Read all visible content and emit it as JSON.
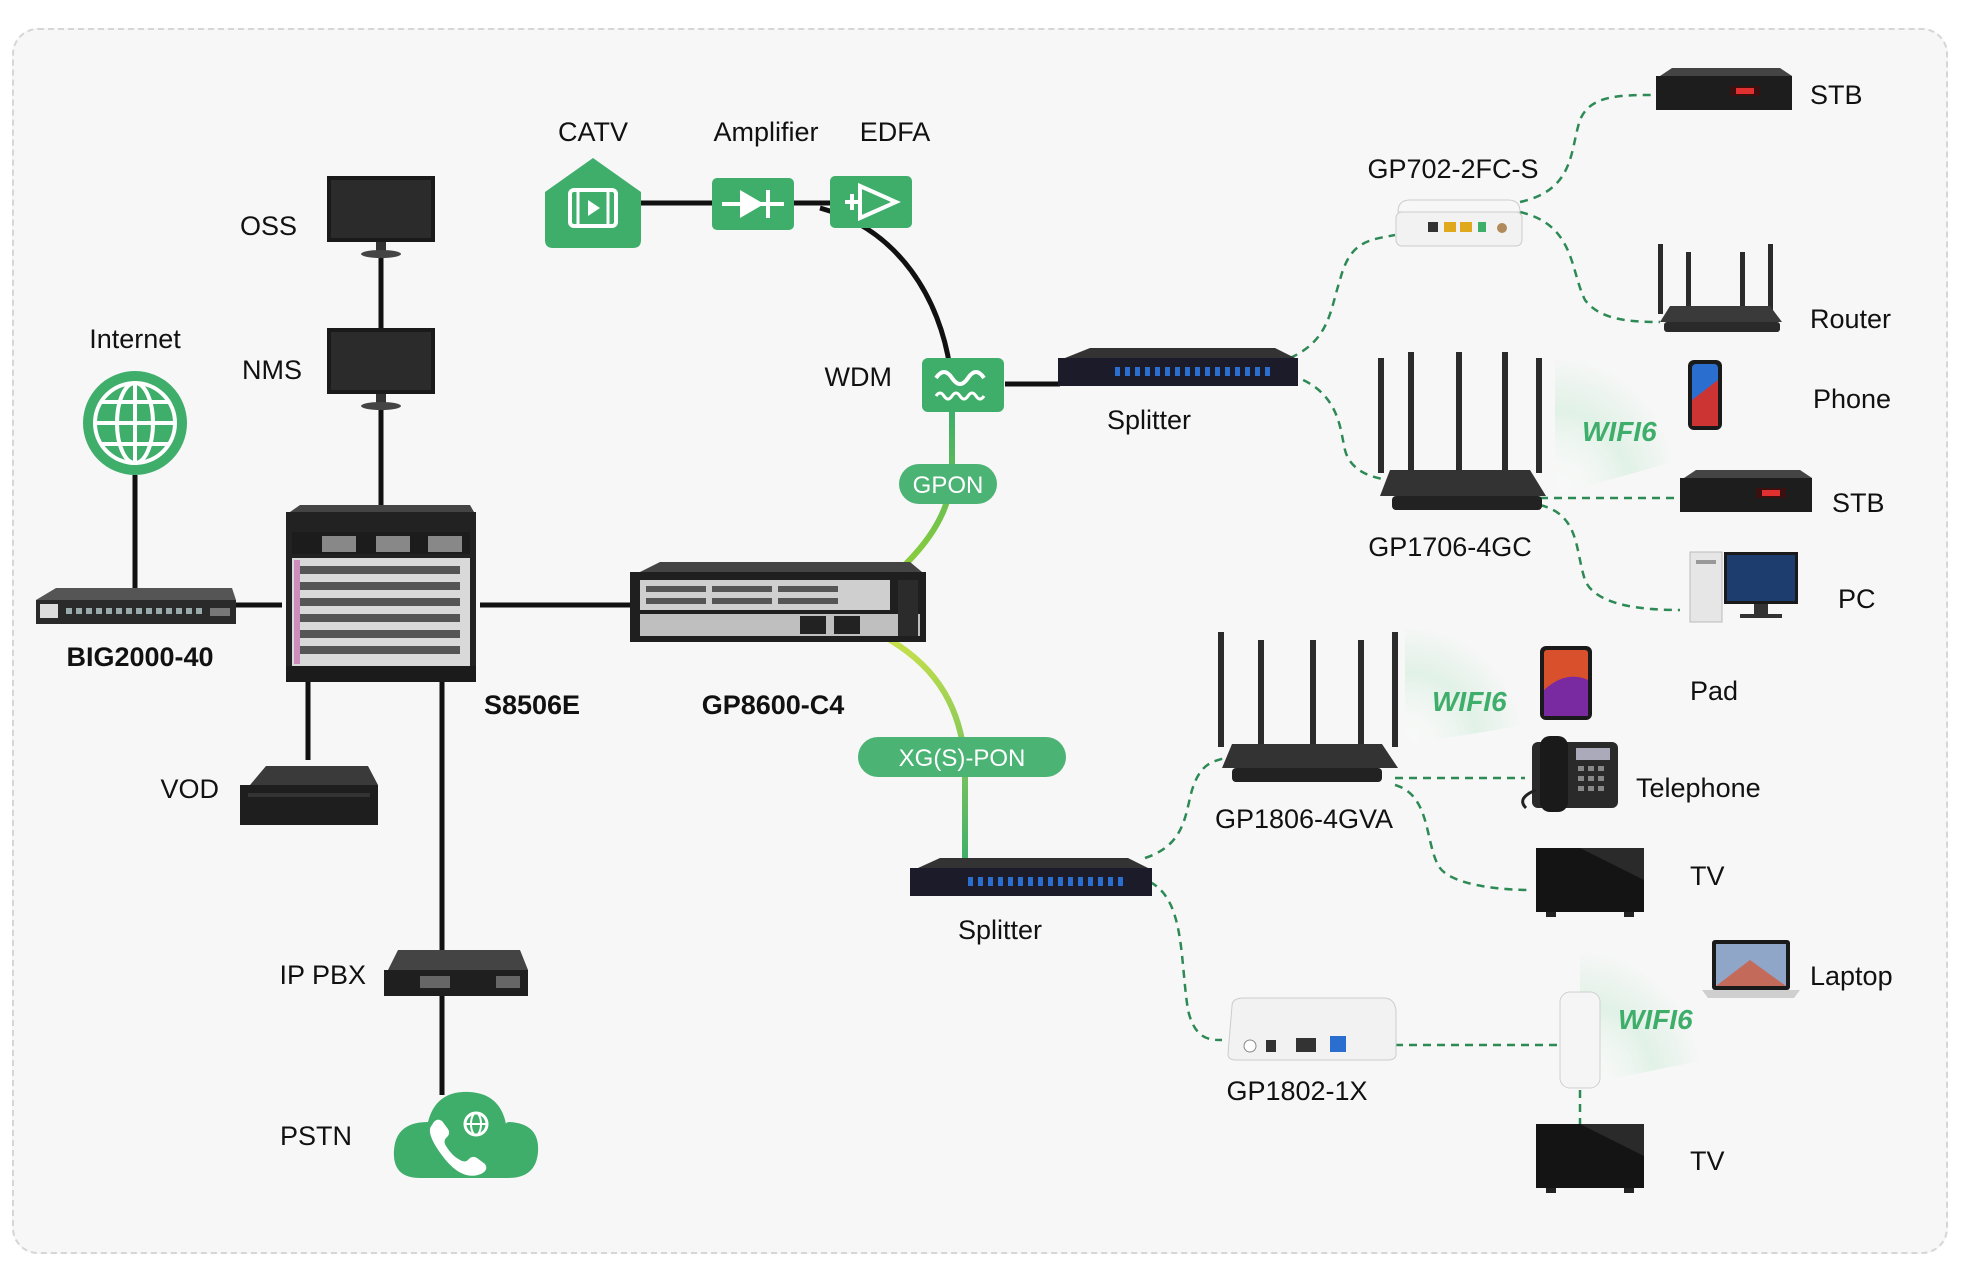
{
  "colors": {
    "green": "#3fae6b",
    "light_green": "#8fcf3a",
    "pill_green": "#4bb374",
    "line": "#111111",
    "dashed": "#2d8a55",
    "device_dark": "#1f1f1f",
    "device_white": "#f2f2f2"
  },
  "labels": {
    "catv": "CATV",
    "amplifier": "Amplifier",
    "edfa": "EDFA",
    "wdm": "WDM",
    "oss": "OSS",
    "nms": "NMS",
    "internet": "Internet",
    "big2000": "BIG2000-40",
    "s8506e": "S8506E",
    "gp8600": "GP8600-C4",
    "vod": "VOD",
    "ip_pbx": "IP PBX",
    "pstn": "PSTN",
    "splitter_top": "Splitter",
    "splitter_bottom": "Splitter",
    "gp702": "GP702-2FC-S",
    "gp1706": "GP1706-4GC",
    "gp1806": "GP1806-4GVA",
    "gp1802": "GP1802-1X",
    "stb_1": "STB",
    "router": "Router",
    "phone": "Phone",
    "stb_2": "STB",
    "pc": "PC",
    "pad": "Pad",
    "telephone": "Telephone",
    "tv_1": "TV",
    "laptop": "Laptop",
    "tv_2": "TV"
  },
  "pills": {
    "gpon": "GPON",
    "xgspon": "XG(S)-PON"
  },
  "wifi": {
    "wifi_1": "WIFI6",
    "wifi_2": "WIFI6",
    "wifi_3": "WIFI6"
  },
  "icons": {
    "catv": "house-video-icon",
    "amplifier": "amplifier-icon",
    "edfa": "edfa-icon",
    "wdm": "wdm-icon",
    "internet": "globe-icon",
    "pstn": "cloud-phone-icon"
  }
}
